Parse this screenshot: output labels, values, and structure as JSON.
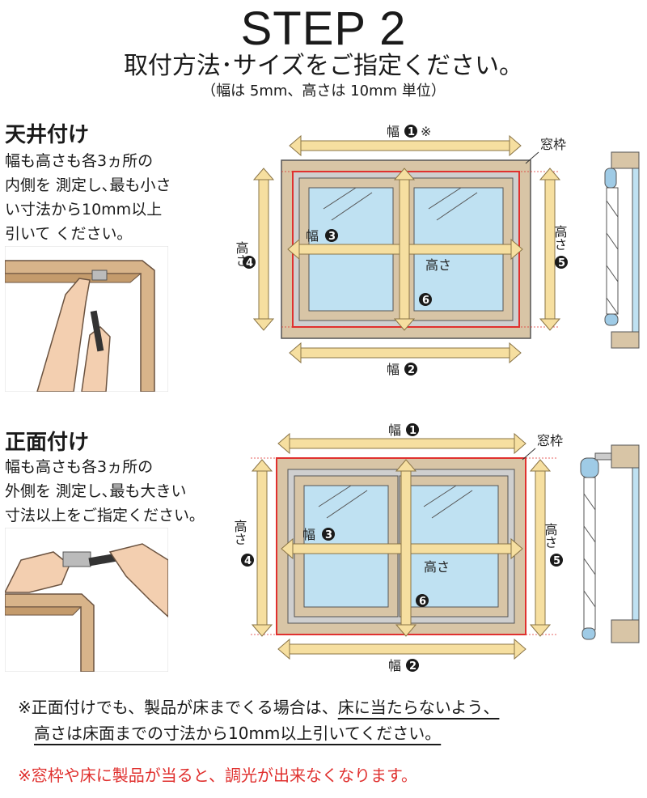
{
  "header": {
    "step": "STEP 2",
    "subtitle": "取付方法･サイズをご指定ください。",
    "unit_note": "（幅は 5mm、高さは 10mm 単位）"
  },
  "sections": [
    {
      "title": "天井付け",
      "desc": "幅も高さも各3ヵ所の\n内側を 測定し､最も小さ\nい寸法から10mm以上\n引いて ください｡",
      "labels": {
        "w1": "幅",
        "w1_note": "※",
        "frame": "窓枠",
        "w2": "幅",
        "w3": "幅",
        "h4": "高さ",
        "h5": "高さ",
        "h6": "高さ"
      }
    },
    {
      "title": "正面付け",
      "desc": "幅も高さも各3ヵ所の\n外側を 測定し､最も大きい\n寸法以上をご指定ください｡",
      "labels": {
        "w1": "幅",
        "frame": "窓枠",
        "w2": "幅",
        "w3": "幅",
        "h4": "高さ",
        "h5": "高さ",
        "h6": "高さ"
      }
    }
  ],
  "markers": {
    "n1": "1",
    "n2": "2",
    "n3": "3",
    "n4": "4",
    "n5": "5",
    "n6": "6"
  },
  "notes": {
    "line1_a": "※正面付けでも、製品が床までくる場合は、",
    "line1_b": "床に当たらないよう、",
    "line2": "高さは床面までの寸法から10mm以上引いてください。",
    "warning": "※窓枠や床に製品が当ると、調光が出来なくなります。"
  },
  "colors": {
    "frame": "#d8c5a6",
    "glass": "#bfe1f2",
    "measure": "#f6dfa0",
    "highlight": "#e0312f",
    "warning": "#e0312f"
  }
}
